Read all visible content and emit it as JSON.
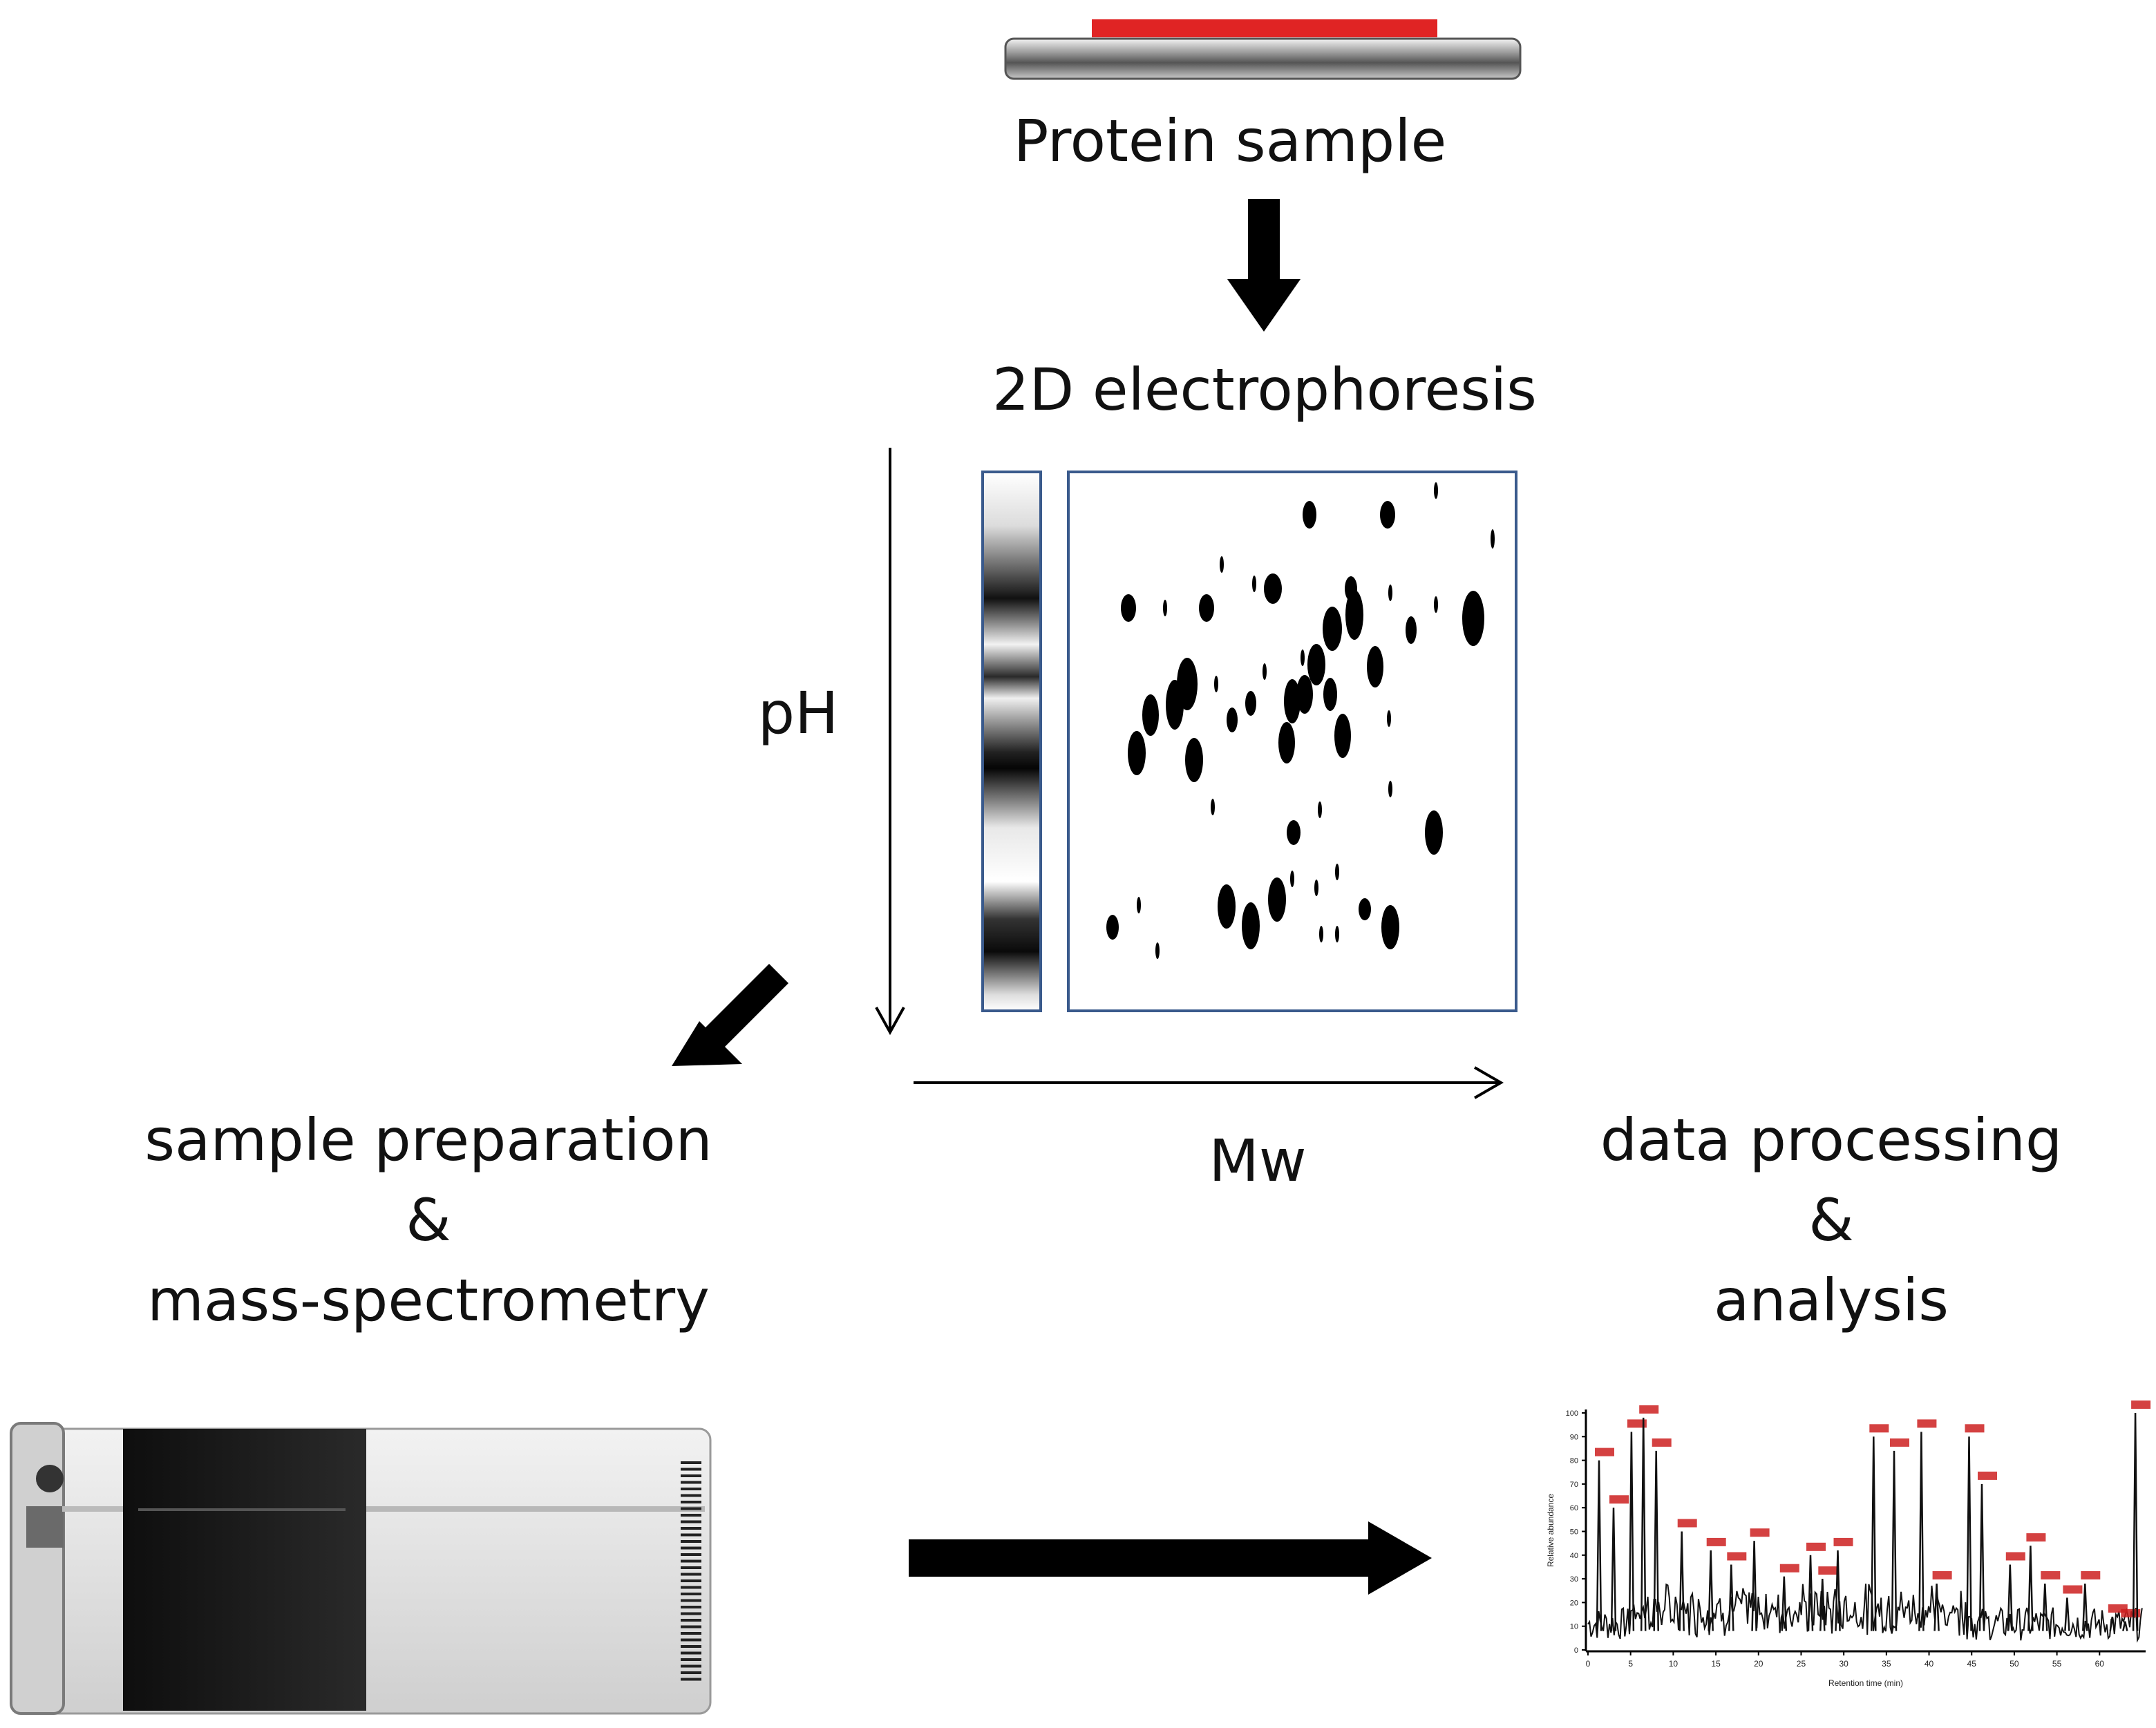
{
  "steps": {
    "protein_sample": "Protein sample",
    "electrophoresis": "2D electrophoresis",
    "sample_prep_line1": "sample preparation",
    "sample_prep_line2": "&",
    "sample_prep_line3": "mass-spectrometry",
    "data_proc_line1": "data processing",
    "data_proc_line2": "&",
    "data_proc_line3": "analysis"
  },
  "axes": {
    "ph_label": "pH",
    "mw_label": "Mw"
  },
  "spectrum": {
    "ylabel": "Relative abundance",
    "xlabel": "Retention time (min)",
    "x_ticks": [
      "0",
      "5",
      "10",
      "15",
      "20",
      "25",
      "30",
      "35",
      "40",
      "45",
      "50",
      "55",
      "60"
    ],
    "y_ticks": [
      "0",
      "10",
      "20",
      "30",
      "40",
      "50",
      "60",
      "70",
      "80",
      "90",
      "100"
    ],
    "peaks": [
      {
        "t": 1.3,
        "h": 80
      },
      {
        "t": 3.0,
        "h": 60
      },
      {
        "t": 5.1,
        "h": 92
      },
      {
        "t": 6.5,
        "h": 98
      },
      {
        "t": 8.0,
        "h": 84
      },
      {
        "t": 11.0,
        "h": 50
      },
      {
        "t": 14.4,
        "h": 42
      },
      {
        "t": 16.8,
        "h": 36
      },
      {
        "t": 19.5,
        "h": 46
      },
      {
        "t": 23.0,
        "h": 31
      },
      {
        "t": 26.1,
        "h": 40
      },
      {
        "t": 27.5,
        "h": 30
      },
      {
        "t": 29.3,
        "h": 42
      },
      {
        "t": 33.5,
        "h": 90
      },
      {
        "t": 35.9,
        "h": 84
      },
      {
        "t": 39.1,
        "h": 92
      },
      {
        "t": 40.9,
        "h": 28
      },
      {
        "t": 44.7,
        "h": 90
      },
      {
        "t": 46.2,
        "h": 70
      },
      {
        "t": 49.5,
        "h": 36
      },
      {
        "t": 51.9,
        "h": 44
      },
      {
        "t": 53.6,
        "h": 28
      },
      {
        "t": 56.2,
        "h": 22
      },
      {
        "t": 58.3,
        "h": 28
      },
      {
        "t": 61.5,
        "h": 14
      },
      {
        "t": 63.0,
        "h": 12
      },
      {
        "t": 64.2,
        "h": 100
      }
    ]
  },
  "colors": {
    "arrow": "#000000",
    "strip_border": "#3a5a8c",
    "sample_band": "#e02424",
    "spectrum_annot": "#cc2020",
    "instrument_panel": "#1c1c1c",
    "instrument_body": "#e8e8e8"
  },
  "icons": [
    "protein-sample-tube-icon",
    "mass-spectrometer-icon"
  ]
}
